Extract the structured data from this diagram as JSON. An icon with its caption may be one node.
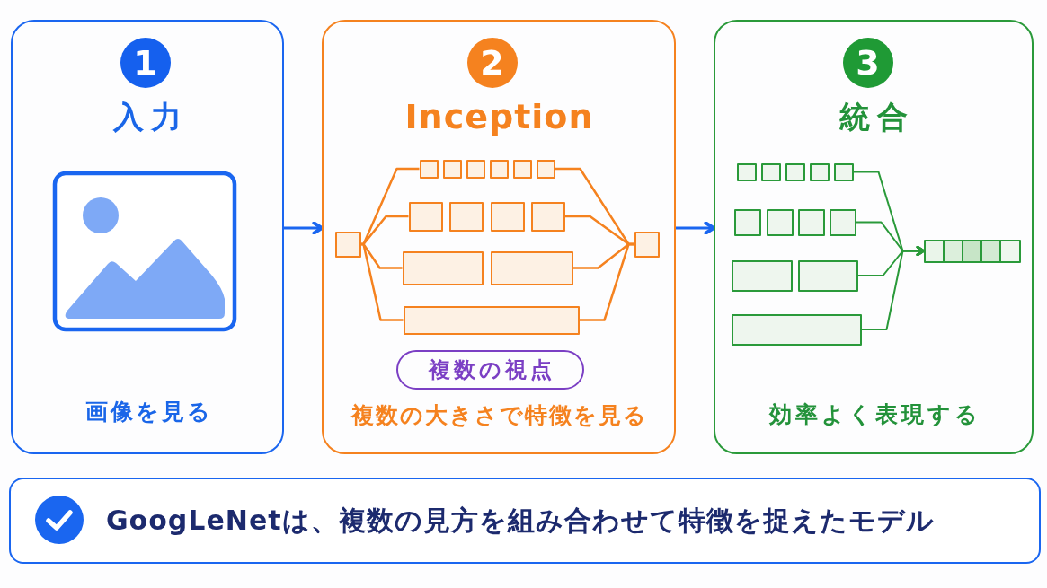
{
  "diagram": {
    "nodes": [
      {
        "text": [
          "入力",
          "画像を見る"
        ]
      },
      {
        "text": [
          "1"
        ],
        "in": 0
      },
      {
        "text": [
          "Inception",
          "複数の大きさで特徴を見る"
        ]
      },
      {
        "text": [
          "2"
        ],
        "in": 2
      },
      {
        "text": [],
        "shape": "box",
        "in": 2
      },
      {
        "text": [],
        "shape": "box",
        "in": 2
      },
      {
        "text": [],
        "shape": "box",
        "in": 2
      },
      {
        "text": [],
        "shape": "box",
        "in": 2
      },
      {
        "text": [],
        "shape": "box",
        "in": 2
      },
      {
        "text": [],
        "shape": "box",
        "in": 2
      },
      {
        "text": [],
        "shape": "box",
        "in": 2
      },
      {
        "text": [],
        "shape": "box",
        "in": 2
      },
      {
        "text": [],
        "shape": "box",
        "in": 2
      },
      {
        "text": [],
        "shape": "box",
        "in": 2
      },
      {
        "text": [],
        "shape": "box",
        "in": 2
      },
      {
        "text": [],
        "shape": "box",
        "in": 2
      },
      {
        "text": [],
        "shape": "box",
        "in": 2
      },
      {
        "text": [],
        "shape": "box",
        "in": 2
      },
      {
        "text": [],
        "shape": "box",
        "in": 2
      },
      {
        "text": [
          "複数の視点"
        ],
        "in": 2
      },
      {
        "text": [
          "統合",
          "効率よく表現する"
        ]
      },
      {
        "text": [
          "3"
        ],
        "in": 20
      },
      {
        "text": [],
        "shape": "box",
        "in": 20
      },
      {
        "text": [],
        "shape": "box",
        "in": 20
      },
      {
        "text": [],
        "shape": "box",
        "in": 20
      },
      {
        "text": [],
        "shape": "box",
        "in": 20
      },
      {
        "text": [],
        "shape": "box",
        "in": 20
      },
      {
        "text": [],
        "shape": "box",
        "in": 20
      },
      {
        "text": [],
        "shape": "box",
        "in": 20
      },
      {
        "text": [],
        "shape": "box",
        "in": 20
      },
      {
        "text": [],
        "shape": "box",
        "in": 20
      },
      {
        "text": [],
        "shape": "box",
        "in": 20
      },
      {
        "text": [],
        "shape": "box",
        "in": 20
      },
      {
        "text": [],
        "shape": "box",
        "in": 20
      },
      {
        "text": [],
        "shape": "bar",
        "in": 20
      },
      {
        "text": [
          "GoogLeNetは、複数の見方を組み合わせて特徴を捉えたモデル"
        ]
      }
    ],
    "edges": [
      {
        "from": 0,
        "to": 2,
        "arrow": "to",
        "color": "#1a66f0"
      },
      {
        "from": 2,
        "to": 20,
        "arrow": "to",
        "color": "#1a66f0"
      },
      {
        "from": 4,
        "to": 5,
        "arrow": "none"
      },
      {
        "from": 4,
        "to": 11,
        "arrow": "none"
      },
      {
        "from": 4,
        "to": 15,
        "arrow": "none"
      },
      {
        "from": 4,
        "to": 17,
        "arrow": "none"
      },
      {
        "from": 10,
        "to": 18,
        "arrow": "none"
      },
      {
        "from": 14,
        "to": 18,
        "arrow": "none"
      },
      {
        "from": 16,
        "to": 18,
        "arrow": "none"
      },
      {
        "from": 17,
        "to": 18,
        "arrow": "none"
      },
      {
        "from": 26,
        "to": 34,
        "arrow": "to",
        "color": "#2a9a3a"
      },
      {
        "from": 30,
        "to": 34,
        "arrow": "to",
        "color": "#2a9a3a"
      },
      {
        "from": 32,
        "to": 34,
        "arrow": "to",
        "color": "#2a9a3a"
      },
      {
        "from": 33,
        "to": 34,
        "arrow": "to",
        "color": "#2a9a3a"
      }
    ]
  }
}
